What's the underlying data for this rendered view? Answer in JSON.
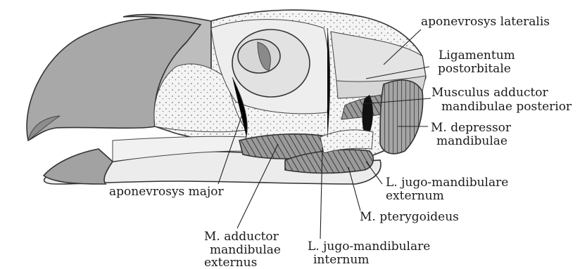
{
  "figure": {
    "subject": "bird head muscles",
    "colors": {
      "beak": "#a7a7a7",
      "beak_dark": "#8f8f8f",
      "skin": "#e9e9e9",
      "stipple": "#f3f3f3",
      "muscle_hatch": "#7a7a7a",
      "muscle_dark": "#111111",
      "outline": "#333333"
    },
    "labels": {
      "aponevrosys_lateralis": "aponevrosys lateralis",
      "ligamentum_1": "Ligamentum",
      "ligamentum_2": "postorbitale",
      "musculus_1": "Musculus adductor",
      "musculus_2": "mandibulae posterior",
      "depressor_1": "M. depressor",
      "depressor_2": "mandibulae",
      "jugo_ext_1": "L. jugo-mandibulare",
      "jugo_ext_2": "externum",
      "pterygoideus": "M. pterygoideus",
      "aponevrosys_major": "aponevrosys major",
      "adductor_ext_1": "M. adductor",
      "adductor_ext_2": "mandibulae",
      "adductor_ext_3": "externus",
      "jugo_int_1": "L. jugo-mandibulare",
      "jugo_int_2": "internum"
    }
  }
}
